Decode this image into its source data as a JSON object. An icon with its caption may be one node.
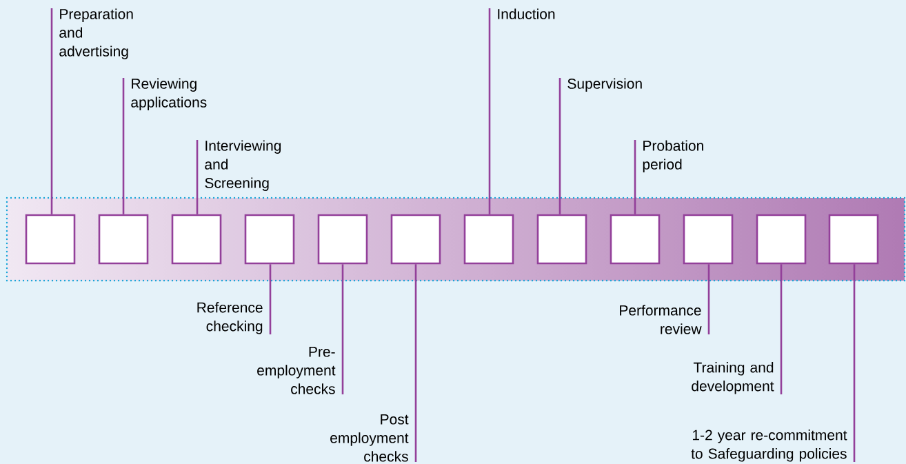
{
  "diagram": {
    "nodes": [
      {
        "text": [],
        "shape": "bar"
      },
      {
        "text": [],
        "shape": "box",
        "in": 0
      },
      {
        "text": [],
        "shape": "box",
        "in": 0
      },
      {
        "text": [],
        "shape": "box",
        "in": 0
      },
      {
        "text": [],
        "shape": "box",
        "in": 0
      },
      {
        "text": [],
        "shape": "box",
        "in": 0
      },
      {
        "text": [],
        "shape": "box",
        "in": 0
      },
      {
        "text": [],
        "shape": "box",
        "in": 0
      },
      {
        "text": [],
        "shape": "box",
        "in": 0
      },
      {
        "text": [],
        "shape": "box",
        "in": 0
      },
      {
        "text": [],
        "shape": "box",
        "in": 0
      },
      {
        "text": [],
        "shape": "box",
        "in": 0
      },
      {
        "text": [],
        "shape": "box",
        "in": 0
      },
      {
        "text": [
          "Preparation and advertising"
        ]
      },
      {
        "text": [
          "Reviewing applications"
        ]
      },
      {
        "text": [
          "Interviewing and Screening"
        ]
      },
      {
        "text": [
          "Induction"
        ]
      },
      {
        "text": [
          "Supervision"
        ]
      },
      {
        "text": [
          "Probation period"
        ]
      },
      {
        "text": [
          "Reference checking"
        ]
      },
      {
        "text": [
          "Pre-employment checks"
        ]
      },
      {
        "text": [
          "Post employment checks"
        ]
      },
      {
        "text": [
          "Performance review"
        ]
      },
      {
        "text": [
          "Training and development"
        ]
      },
      {
        "text": [
          "1-2 year re-commitment to Safeguarding policies"
        ]
      }
    ],
    "edges": [
      {
        "from": 13,
        "to": 1,
        "arrow": "none"
      },
      {
        "from": 14,
        "to": 2,
        "arrow": "none"
      },
      {
        "from": 15,
        "to": 3,
        "arrow": "none"
      },
      {
        "from": 16,
        "to": 7,
        "arrow": "none"
      },
      {
        "from": 17,
        "to": 8,
        "arrow": "none"
      },
      {
        "from": 18,
        "to": 9,
        "arrow": "none"
      },
      {
        "from": 19,
        "to": 4,
        "arrow": "none"
      },
      {
        "from": 20,
        "to": 5,
        "arrow": "none"
      },
      {
        "from": 21,
        "to": 6,
        "arrow": "none"
      },
      {
        "from": 22,
        "to": 10,
        "arrow": "none"
      },
      {
        "from": 23,
        "to": 11,
        "arrow": "none"
      },
      {
        "from": 24,
        "to": 12,
        "arrow": "none"
      }
    ]
  }
}
